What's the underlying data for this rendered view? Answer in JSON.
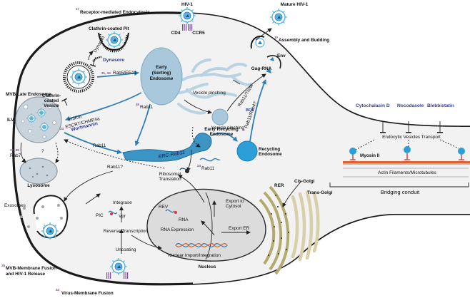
{
  "labels": {
    "hiv1": "HIV-1",
    "receptor_mediated_endocytosis": "Receptor-mediated Endocytosis",
    "ref_receptor": "17",
    "cd4": "CD4",
    "ccr5": "CCR5",
    "mature_hiv1": "Mature HIV-1",
    "assembly_budding": "Assembly and Budding",
    "ref_assembly": "10",
    "env": "Env",
    "gag_rna": "Gag-RNA",
    "clathrin_pit": "Clathrin-coated Pit",
    "dynamin": "Dynamin",
    "dynasore": "Dynasore",
    "clathrin_vesicle_1": "Clathrin-",
    "clathrin_vesicle_2": "coated",
    "clathrin_vesicle_3": "Vesicle",
    "rab5": "Rab5/EEA1",
    "ref_rab5": "31, 34",
    "early_endosome_1": "Early",
    "early_endosome_2": "(Sorting)",
    "early_endosome_3": "Endosome",
    "vesicle_pinching_1": "Vesicle pinching",
    "vesicle_pinching_2": "Vesicle pinching",
    "rab11_a": "Rab11",
    "ref_rab11_a": "46",
    "rab11_thrm": "Rab11/ThrM",
    "bfa": "BFA",
    "rab11_rab4": "Rab11/Rab4?",
    "ref_rab11_rab4": "9",
    "early_recycling_1": "Early Recycling",
    "early_recycling_2": "Endosome",
    "recycling_endosome_1": "Recycling",
    "recycling_endosome_2": "Endosome",
    "mvb_late": "MVB/Late Endosome",
    "escrt": "ESCRT/CHMP4a",
    "ref_escrt": "24",
    "pi3kiii": "PI3KIII",
    "wortmannin": "Wortmannin",
    "ilv": "ILV",
    "rab7": "Rab7",
    "ref_rab7": "37, 39",
    "question": "?",
    "lysosome": "Lysosome",
    "rab11_b": "Rab11",
    "rab11_c": "Rab11",
    "ref_rab11_c": "24",
    "erc_rab11": "ERC-Rab11",
    "rab11_q": "Rab11?",
    "ribosomal_1": "Ribosomal",
    "ribosomal_2": "Translation",
    "rer": "RER",
    "cis_golgi": "Cis-Golgi",
    "trans_golgi": "Trans-Golgi",
    "rev": "REV",
    "rna": "RNA",
    "export_cytosol_1": "Export to",
    "export_cytosol_2": "Cytosol",
    "rna_expression": "RNA Expression",
    "export_er": "Export ER",
    "nuclear_import": "Nuclear Import/Integration",
    "nucleus": "Nucleus",
    "integrase": "Integrase",
    "pic": "PIC",
    "vpr": "Vpr",
    "reverse_transcription": "Reverse Transcription",
    "uncoating": "Uncoating",
    "exosomes": "Exosomes",
    "mvb_fusion_1": "MVB-Membrane Fusion",
    "mvb_fusion_2": "and HIV-1 Release",
    "ref_mvb_fusion": "25",
    "virus_membrane_fusion": "Virus-Membrane Fusion",
    "ref_virus_fusion": "44",
    "cytochalasin": "Cytochalasin D",
    "nocodasole": "Nocodasole",
    "blebbistatin": "Blebbistatin",
    "endocytic_transport": "Endocytic Vesicles Transport",
    "myosin": "Myosin II",
    "actin": "Actin Filaments/Microtubules",
    "bridging_conduit": "Bridging conduit"
  },
  "colors": {
    "endosome_blue": "#4aa3d4",
    "arrow_blue": "#2f7fb6",
    "inhibitor_navy": "#2f3f9a",
    "reference_purple": "#9b3aa5",
    "receptor_purple": "#7b4fa0",
    "actin_orange": "#e0632e",
    "er_olive": "#b3aa6d",
    "golgi_tan": "#d9cfa8",
    "virion_teal": "#5ab4dc"
  }
}
